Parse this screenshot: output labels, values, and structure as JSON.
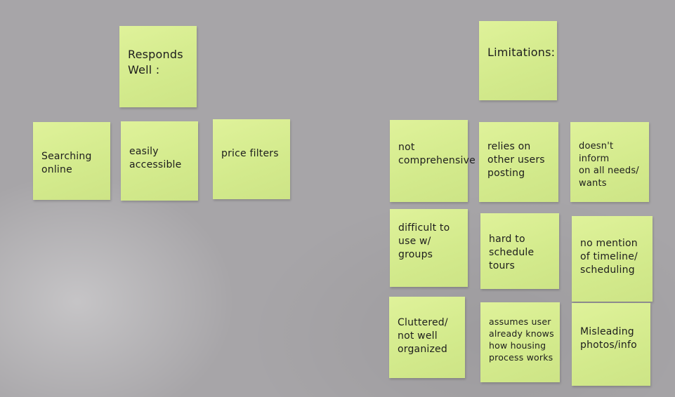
{
  "board": {
    "responds_well": {
      "header": "Responds\nWell :",
      "notes": [
        "Searching\nonline",
        "easily\naccessible",
        "price filters"
      ]
    },
    "limitations": {
      "header": "Limitations:",
      "notes": [
        "not\ncomprehensive",
        "relies on\nother users\nposting",
        "doesn't inform\non all needs/\nwants",
        "difficult to\nuse w/ groups",
        "hard to\nschedule\ntours",
        "no mention\nof timeline/\nscheduling",
        "Cluttered/\nnot well\norganized",
        "assumes user\nalready knows\nhow housing\nprocess works",
        "Misleading\nphotos/info"
      ]
    }
  }
}
